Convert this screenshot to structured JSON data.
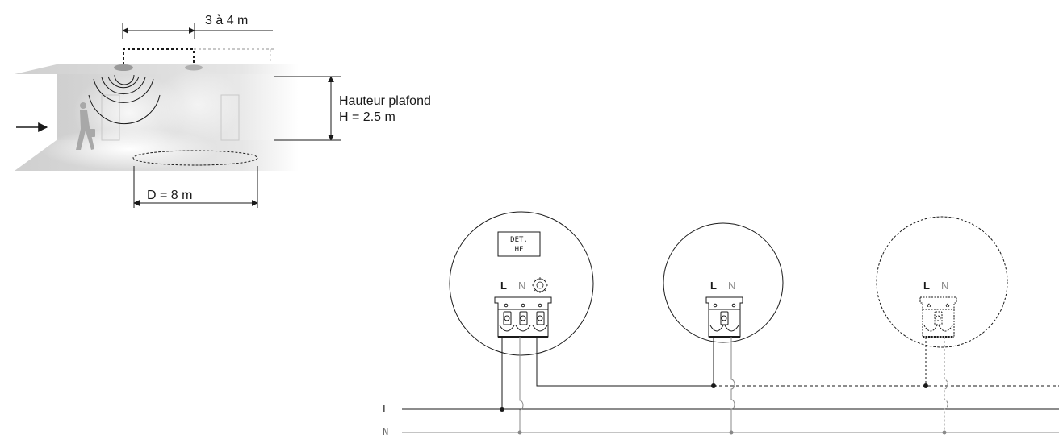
{
  "corridor": {
    "spacing_label": "3 à 4 m",
    "ceiling_height_label": "Hauteur plafond",
    "ceiling_height_value": "H = 2.5 m",
    "detection_diameter_label": "D = 8 m"
  },
  "wiring": {
    "detector_box_line1": "DET.",
    "detector_box_line2": "HF",
    "terminal_label_L": "L",
    "terminal_label_N": "N",
    "bus_label_L": "L",
    "bus_label_N": "N"
  },
  "colors": {
    "line": "#1a1a1a",
    "corridor_fill": "#dcdcdc",
    "terminal_wire": "#888888"
  }
}
